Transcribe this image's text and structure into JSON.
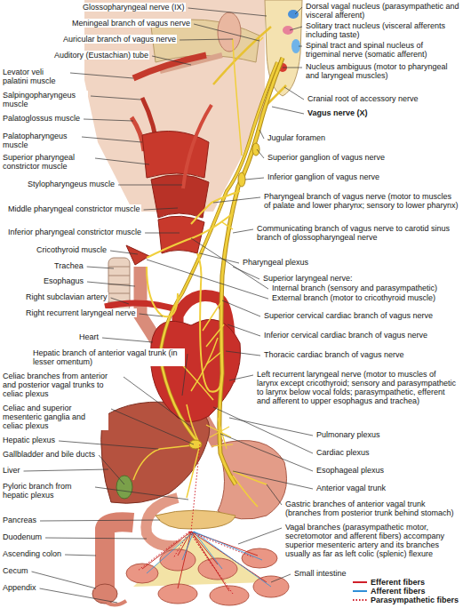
{
  "diagram": {
    "labels": [
      "Glossopharyngeal nerve (IX)",
      "Meningeal branch of vagus nerve",
      "Auricular branch of vagus nerve",
      "Auditory (Eustachian) tube",
      "Levator veli palatini muscle",
      "Salpingopharyngeus muscle",
      "Palatoglossus muscle",
      "Palatopharyngeus muscle",
      "Superior pharyngeal constrictor muscle",
      "Stylopharyngeus muscle",
      "Middle pharyngeal constrictor muscle",
      "Inferior pharyngeal constrictor muscle",
      "Cricothyroid muscle",
      "Trachea",
      "Esophagus",
      "Right subclavian artery",
      "Right recurrent laryngeal nerve",
      "Heart",
      "Hepatic branch of anterior vagal trunk (in lesser omentum)",
      "Celiac branches from anterior and posterior vagal trunks to celiac plexus",
      "Celiac and superior mesenteric ganglia and celiac plexus",
      "Hepatic plexus",
      "Gallbladder and bile ducts",
      "Liver",
      "Pyloric branch from hepatic plexus",
      "Pancreas",
      "Duodenum",
      "Ascending colon",
      "Cecum",
      "Appendix",
      "Dorsal vagal nucleus (parasympathetic and visceral afferent)",
      "Solitary tract nucleus (visceral afferents including taste)",
      "Spinal tract and spinal nucleus of trigeminal nerve (somatic afferent)",
      "Nucleus ambiguus (motor to pharyngeal and laryngeal muscles)",
      "Cranial root of accessory nerve",
      "Vagus nerve (X)",
      "Jugular foramen",
      "Superior ganglion of vagus nerve",
      "Inferior ganglion of vagus nerve",
      "Pharyngeal branch of vagus nerve (motor to muscles of palate and lower pharynx; sensory to lower pharynx)",
      "Communicating branch of vagus nerve to carotid sinus branch of glossopharyngeal nerve",
      "Pharyngeal plexus",
      "Superior laryngeal nerve:",
      "Internal branch (sensory and parasympathetic)",
      "External branch (motor to cricothyroid muscle)",
      "Superior cervical cardiac branch of vagus nerve",
      "Inferior cervical cardiac branch of vagus nerve",
      "Thoracic cardiac branch of vagus nerve",
      "Left recurrent laryngeal nerve (motor to muscles of larynx except cricothyroid; sensory and parasympathetic to larynx below vocal folds; parasympathetic, efferent and afferent to upper esophagus and trachea)",
      "Pulmonary plexus",
      "Cardiac plexus",
      "Esophageal plexus",
      "Anterior vagal trunk",
      "Gastric branches of anterior vagal trunk (branches from posterior trunk behind stomach)",
      "Vagal branches (parasympathetic motor, secretomotor and afferent fibers) accompany superior mesenteric artery and its branches usually as far as left colic (splenic) flexure",
      "Small intestine"
    ],
    "legend": [
      {
        "text": "Efferent fibers"
      },
      {
        "text": "Afferent fibers"
      },
      {
        "text": "Parasympathetic fibers"
      }
    ]
  }
}
